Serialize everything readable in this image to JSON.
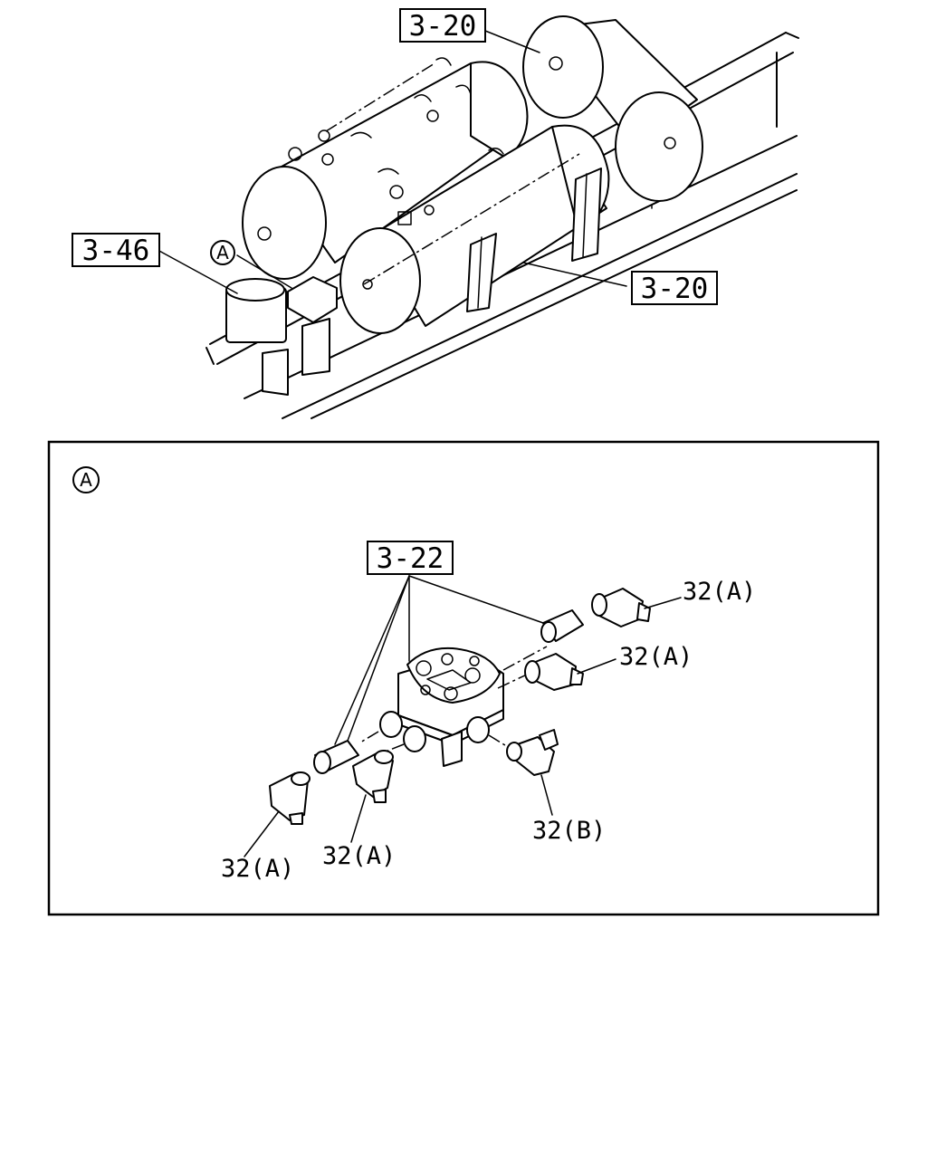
{
  "callouts": {
    "tank_top": "3-20",
    "tank_right": "3-20",
    "left_part": "3-46",
    "valve": "3-22"
  },
  "detail_marker": "A",
  "inset_marker": "A",
  "fittings": {
    "upper_right": "32(A)",
    "middle_right": "32(A)",
    "lower_left": "32(A)",
    "lower_center": "32(A)",
    "lower_right": "32(B)"
  }
}
